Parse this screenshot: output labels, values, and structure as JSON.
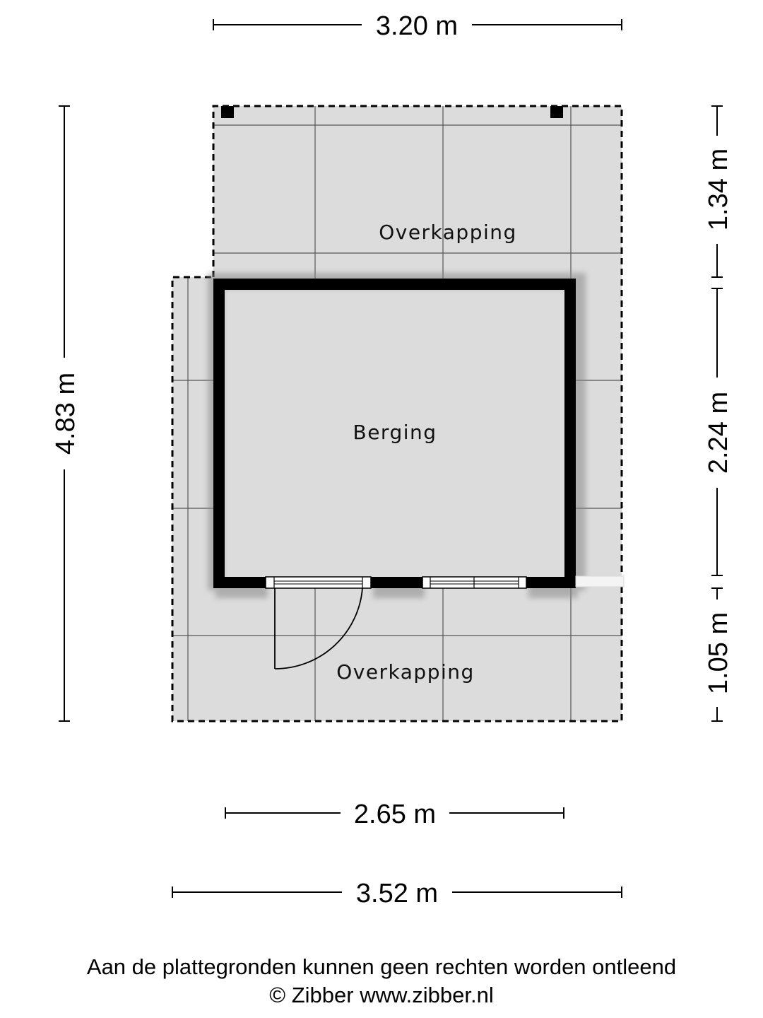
{
  "dimensions": {
    "top_width": "3.20 m",
    "inner_width": "2.65 m",
    "total_width": "3.52 m",
    "total_depth": "4.83 m",
    "front_canopy_depth": "1.34 m",
    "room_depth": "2.24 m",
    "rear_canopy_depth": "1.05 m"
  },
  "rooms": {
    "canopy_top": "Overkapping",
    "storage": "Berging",
    "canopy_bottom": "Overkapping"
  },
  "footer": {
    "disclaimer": "Aan de plattegronden kunnen geen rechten worden ontleend",
    "copyright": "© Zibber www.zibber.nl"
  },
  "colors": {
    "floor_fill": "#dcdcdc",
    "wall": "#000000",
    "grid_line": "#555555"
  }
}
